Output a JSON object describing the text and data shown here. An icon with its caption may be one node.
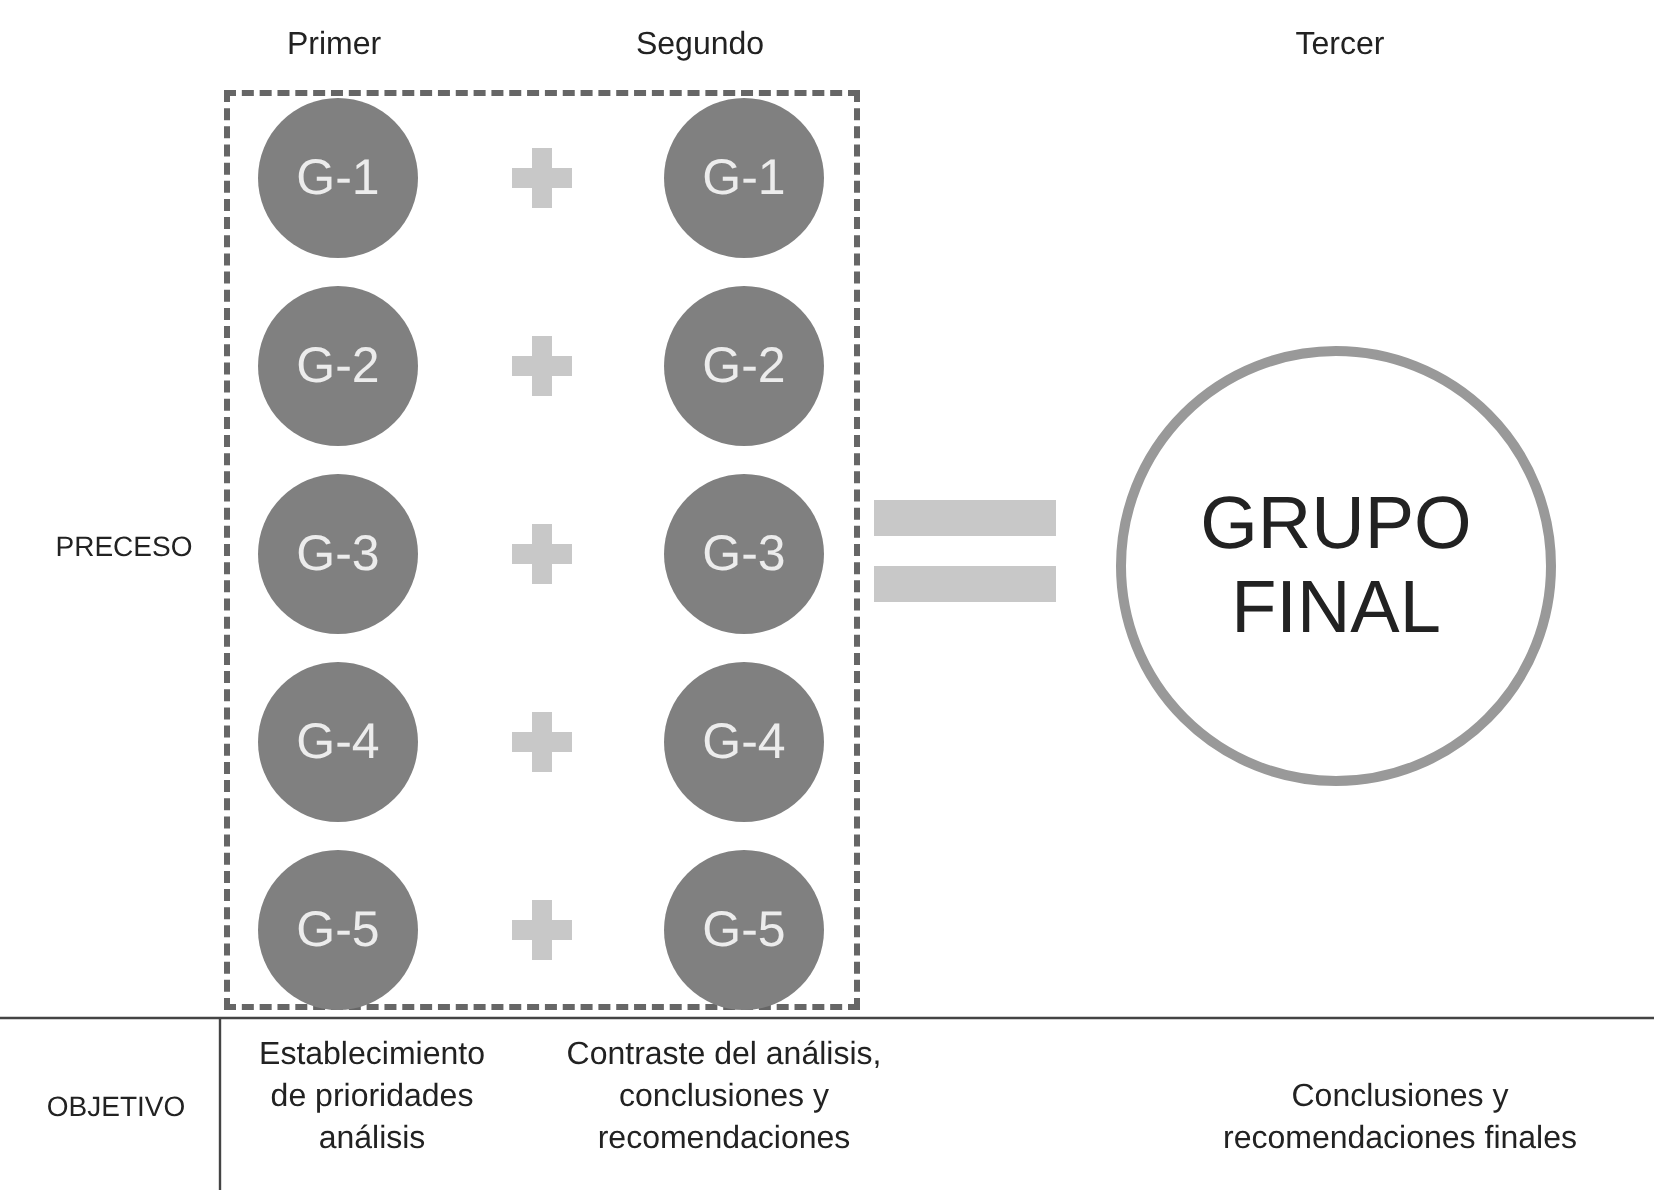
{
  "diagram": {
    "nodes": [
      {
        "text": [],
        "shape": "box"
      },
      {
        "text": [
          "G-1"
        ],
        "in": 0
      },
      {
        "text": [
          "G-1"
        ],
        "in": 0
      },
      {
        "text": [
          "G-2"
        ],
        "in": 0
      },
      {
        "text": [
          "G-2"
        ],
        "in": 0
      },
      {
        "text": [
          "G-3"
        ],
        "in": 0
      },
      {
        "text": [
          "G-3"
        ],
        "in": 0
      },
      {
        "text": [
          "G-4"
        ],
        "in": 0
      },
      {
        "text": [
          "G-4"
        ],
        "in": 0
      },
      {
        "text": [
          "G-5"
        ],
        "in": 0
      },
      {
        "text": [
          "G-5"
        ],
        "in": 0
      },
      {
        "text": [
          "GRUPO FINAL"
        ]
      }
    ],
    "edges": [],
    "labels": [
      "Primer",
      "Segundo",
      "Tercer",
      "PRECESO",
      "OBJETIVO",
      "Establecimiento de prioridades análisis",
      "Contraste del análisis, conclusiones y recomendaciones",
      "Conclusiones y recomendaciones finales"
    ]
  }
}
